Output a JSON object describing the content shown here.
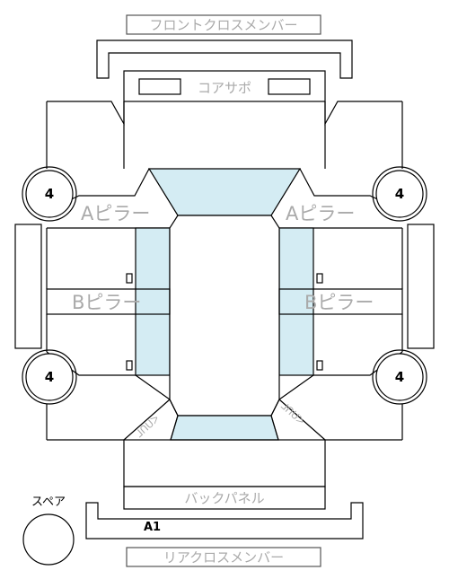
{
  "labels": {
    "front_cross_member": "フロントクロスメンバー",
    "core_support": "コアサポ",
    "a_pillar": "Aピラー",
    "b_pillar": "Bピラー",
    "back_panel": "バックパネル",
    "rear_cross_member": "リアクロスメンバー",
    "spare": "スペア",
    "trunk_code": "A1",
    "corner_mark": "ᒧᑎᑌᐳ"
  },
  "wheels": {
    "front_left": "4",
    "front_right": "4",
    "rear_left": "4",
    "rear_right": "4"
  },
  "colors": {
    "glass": "#d4ecf3",
    "label_gray": "#aaaaaa",
    "line": "#000000"
  }
}
